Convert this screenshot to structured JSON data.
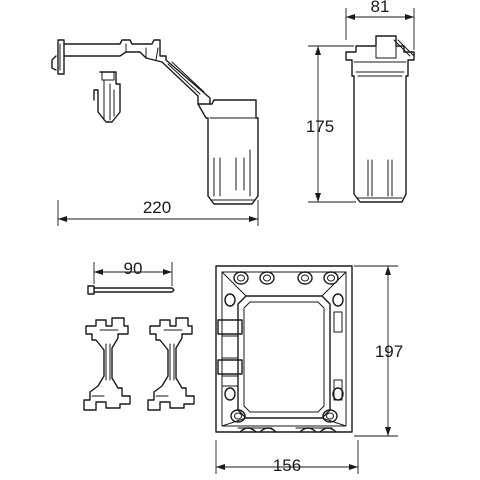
{
  "dimensions": {
    "bracket_width": "220",
    "box_depth": "81",
    "box_height": "175",
    "rod_length": "90",
    "frame_height": "197",
    "frame_width": "156"
  }
}
